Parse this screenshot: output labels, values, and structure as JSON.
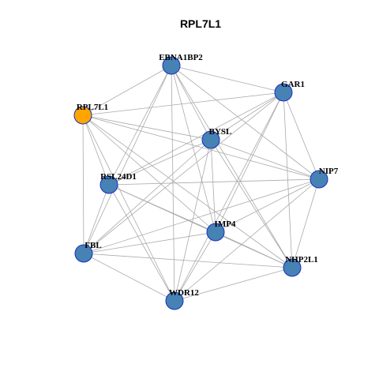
{
  "title": "RPL7L1",
  "colors": {
    "highlight_node": "#FFA500",
    "node": "#4682B4",
    "node_border": "#1A2FBF",
    "edge": "#AAAAAA"
  },
  "nodes": [
    {
      "id": "EBNA1BP2",
      "label": "EBNA1BP2",
      "highlight": false
    },
    {
      "id": "GAR1",
      "label": "GAR1",
      "highlight": false
    },
    {
      "id": "RPL7L1",
      "label": "RPL7L1",
      "highlight": true
    },
    {
      "id": "BYSL",
      "label": "BYSL",
      "highlight": false
    },
    {
      "id": "NIP7",
      "label": "NIP7",
      "highlight": false
    },
    {
      "id": "RSL24D1",
      "label": "RSL24D1",
      "highlight": false
    },
    {
      "id": "IMP4",
      "label": "IMP4",
      "highlight": false
    },
    {
      "id": "FBL",
      "label": "FBL",
      "highlight": false
    },
    {
      "id": "NHP2L1",
      "label": "NHP2L1",
      "highlight": false
    },
    {
      "id": "WDR12",
      "label": "WDR12",
      "highlight": false
    }
  ],
  "edges": [
    [
      "EBNA1BP2",
      "GAR1"
    ],
    [
      "EBNA1BP2",
      "BYSL"
    ],
    [
      "EBNA1BP2",
      "NIP7"
    ],
    [
      "EBNA1BP2",
      "RSL24D1"
    ],
    [
      "EBNA1BP2",
      "IMP4"
    ],
    [
      "EBNA1BP2",
      "FBL"
    ],
    [
      "EBNA1BP2",
      "NHP2L1"
    ],
    [
      "EBNA1BP2",
      "WDR12"
    ],
    [
      "EBNA1BP2",
      "RPL7L1"
    ],
    [
      "GAR1",
      "RPL7L1"
    ],
    [
      "GAR1",
      "BYSL"
    ],
    [
      "GAR1",
      "NIP7"
    ],
    [
      "GAR1",
      "RSL24D1"
    ],
    [
      "GAR1",
      "IMP4"
    ],
    [
      "GAR1",
      "FBL"
    ],
    [
      "GAR1",
      "NHP2L1"
    ],
    [
      "GAR1",
      "WDR12"
    ],
    [
      "RPL7L1",
      "BYSL"
    ],
    [
      "RPL7L1",
      "NIP7"
    ],
    [
      "RPL7L1",
      "RSL24D1"
    ],
    [
      "RPL7L1",
      "IMP4"
    ],
    [
      "RPL7L1",
      "FBL"
    ],
    [
      "RPL7L1",
      "NHP2L1"
    ],
    [
      "RPL7L1",
      "WDR12"
    ],
    [
      "BYSL",
      "NIP7"
    ],
    [
      "BYSL",
      "RSL24D1"
    ],
    [
      "BYSL",
      "IMP4"
    ],
    [
      "BYSL",
      "FBL"
    ],
    [
      "BYSL",
      "NHP2L1"
    ],
    [
      "BYSL",
      "WDR12"
    ],
    [
      "NIP7",
      "RSL24D1"
    ],
    [
      "NIP7",
      "IMP4"
    ],
    [
      "NIP7",
      "FBL"
    ],
    [
      "NIP7",
      "NHP2L1"
    ],
    [
      "NIP7",
      "WDR12"
    ],
    [
      "RSL24D1",
      "IMP4"
    ],
    [
      "RSL24D1",
      "FBL"
    ],
    [
      "RSL24D1",
      "NHP2L1"
    ],
    [
      "RSL24D1",
      "WDR12"
    ],
    [
      "IMP4",
      "FBL"
    ],
    [
      "IMP4",
      "NHP2L1"
    ],
    [
      "IMP4",
      "WDR12"
    ],
    [
      "FBL",
      "NHP2L1"
    ],
    [
      "FBL",
      "WDR12"
    ],
    [
      "NHP2L1",
      "WDR12"
    ]
  ]
}
